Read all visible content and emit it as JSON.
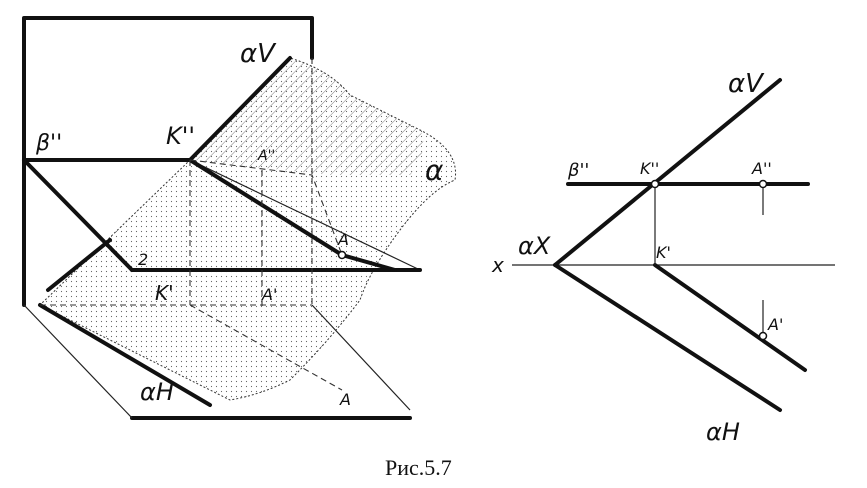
{
  "figure": {
    "caption": "Рис.5.7",
    "left": {
      "label_alpha_v": "αV",
      "label_alpha_h": "αH",
      "label_alpha": "α",
      "label_beta": "β''",
      "label_k2": "K''",
      "label_k1": "K'",
      "label_a2": "A''",
      "label_a1": "A'",
      "label_a": "A",
      "label_a_h": "A",
      "label_2": "2"
    },
    "right": {
      "label_alpha_v": "αV",
      "label_alpha_x": "αX",
      "label_alpha_h": "αH",
      "label_x": "x",
      "label_beta": "β''",
      "label_k2": "K''",
      "label_k1": "K'",
      "label_a2": "A''",
      "label_a1": "A'"
    }
  },
  "colors": {
    "ink": "#111111",
    "hatch": "#444444"
  }
}
